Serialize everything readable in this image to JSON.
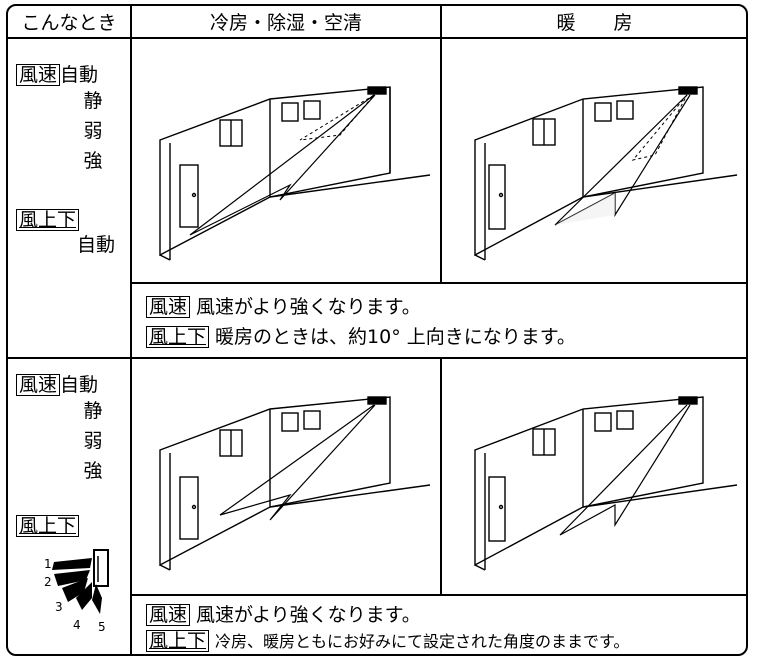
{
  "headers": {
    "situation": "こんなとき",
    "cooling": "冷房・除湿・空清",
    "heating": "暖　　房"
  },
  "row1": {
    "fan_speed_box": "風速",
    "fan_speed_value": "自動",
    "fan_speed_options": [
      "静",
      "弱",
      "強"
    ],
    "updown_box": "風上下",
    "updown_value": "自動",
    "note1_box": "風速",
    "note1_text": "風速がより強くなります。",
    "note2_box": "風上下",
    "note2_text": "暖房のときは、約10° 上向きになります。"
  },
  "row2": {
    "fan_speed_box": "風速",
    "fan_speed_value": "自動",
    "fan_speed_options": [
      "静",
      "弱",
      "強"
    ],
    "updown_box": "風上下",
    "louver_positions": [
      "1",
      "2",
      "3",
      "4",
      "5"
    ],
    "note1_box": "風速",
    "note1_text": "風速がより強くなります。",
    "note2_box": "風上下",
    "note2_text": "冷房、暖房ともにお好みにて設定された角度のままです。"
  }
}
